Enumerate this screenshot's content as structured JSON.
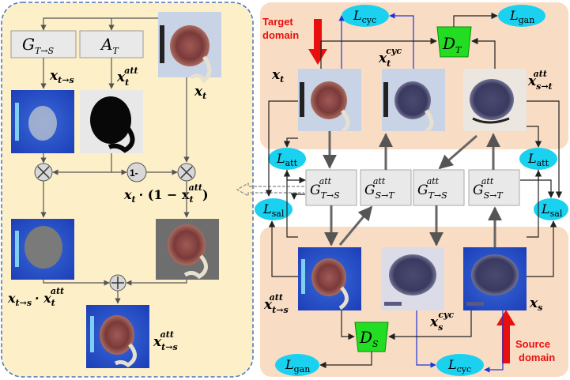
{
  "colors": {
    "left_panel_fill": "#fdf0c8",
    "left_panel_border": "#4472c4",
    "right_panel_fill": "#f9dcc4",
    "generator_fill": "#e9e9e9",
    "discriminator_fill": "#22dd22",
    "loss_fill": "#1ad1f0",
    "arrow_red": "#e8100f",
    "blue_line": "#1f35d6"
  },
  "left": {
    "G_label": "G",
    "G_sub": "T→S",
    "A_label": "A",
    "A_sub": "T",
    "x_tts": "x",
    "x_tts_sub": "t→s",
    "xt_att": "x",
    "xt_att_sub": "t",
    "xt_att_sup": "att",
    "xt": "x",
    "xt_sub": "t",
    "one_minus": "1-",
    "formula_mid": "x",
    "formula_mid_sub": "t",
    "formula_mid_rest": "· (1 − x",
    "formula_mid_rest_sub": "t",
    "formula_mid_rest_sup": "att",
    "formula_mid_end": ")",
    "formula_left": "x",
    "formula_left_sub": "t→s",
    "formula_left_dot": "· x",
    "formula_left_sub2": "t",
    "formula_left_sup2": "att",
    "output": "x",
    "output_sub": "t→s",
    "output_sup": "att"
  },
  "right": {
    "target_domain": [
      "Target",
      "domain"
    ],
    "source_domain": [
      "Source",
      "domain"
    ],
    "L_cyc_top": {
      "L": "L",
      "sub": "cyc"
    },
    "L_gan_top": {
      "L": "L",
      "sub": "gan"
    },
    "L_att_left": {
      "L": "L",
      "sub": "att"
    },
    "L_sal_left": {
      "L": "L",
      "sub": "sal"
    },
    "L_att_right": {
      "L": "L",
      "sub": "att"
    },
    "L_sal_right": {
      "L": "L",
      "sub": "sal"
    },
    "L_gan_bottom": {
      "L": "L",
      "sub": "gan"
    },
    "L_cyc_bottom": {
      "L": "L",
      "sub": "cyc"
    },
    "D_T": {
      "D": "D",
      "sub": "T"
    },
    "D_S": {
      "D": "D",
      "sub": "S"
    },
    "G1": {
      "G": "G",
      "sub": "T→S",
      "sup": "att"
    },
    "G2": {
      "G": "G",
      "sub": "S→T",
      "sup": "att"
    },
    "G3": {
      "G": "G",
      "sub": "T→S",
      "sup": "att"
    },
    "G4": {
      "G": "G",
      "sub": "S→T",
      "sup": "att"
    },
    "x_t": {
      "x": "x",
      "sub": "t"
    },
    "x_t_cyc": {
      "x": "x",
      "sub": "t",
      "sup": "cyc"
    },
    "x_st_att": {
      "x": "x",
      "sub": "s→t",
      "sup": "att"
    },
    "x_ts_att": {
      "x": "x",
      "sub": "t→s",
      "sup": "att"
    },
    "x_s_cyc": {
      "x": "x",
      "sub": "s",
      "sup": "cyc"
    },
    "x_s": {
      "x": "x",
      "sub": "s"
    }
  }
}
